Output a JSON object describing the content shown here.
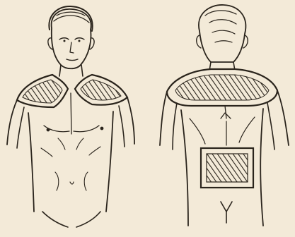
{
  "colors": {
    "paper": "#f3ead8",
    "ink": "#2a241c",
    "hatch": "#2a241c"
  },
  "figures": [
    {
      "view": "front",
      "pads": [
        "left-shoulder-pad",
        "right-shoulder-pad"
      ]
    },
    {
      "view": "back",
      "pads": [
        "shoulder-collar-pad",
        "lower-back-pad"
      ]
    }
  ]
}
